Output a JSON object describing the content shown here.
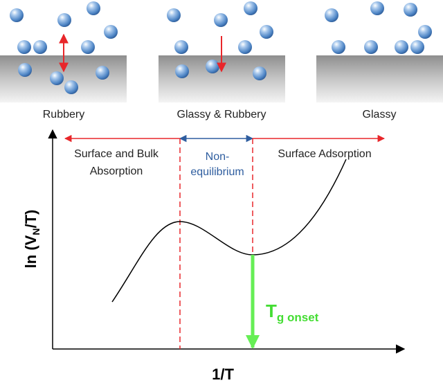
{
  "panels": [
    {
      "label": "Rubbery"
    },
    {
      "label": "Glassy & Rubbery"
    },
    {
      "label": "Glassy"
    }
  ],
  "regions": [
    {
      "line1": "Surface and Bulk",
      "line2": "Absorption",
      "color": "#222222"
    },
    {
      "line1": "Non-",
      "line2": "equilibrium",
      "color": "#2e5d9f"
    },
    {
      "line1": "Surface Adsorption",
      "line2": "",
      "color": "#222222"
    }
  ],
  "axes": {
    "y_label": {
      "prefix": "ln (V",
      "sub": "N",
      "suffix": "/T)"
    },
    "x_label": "1/T"
  },
  "tg_label": {
    "main": "T",
    "sub": "g onset"
  },
  "colors": {
    "arrow_red": "#e8262a",
    "arrow_blue": "#2e5d9f",
    "dashed": "#e8262a",
    "tg_green": "#66ee55",
    "tg_text": "#44dd33",
    "curve": "#000000",
    "sphere_fill": "#4f86c6"
  }
}
